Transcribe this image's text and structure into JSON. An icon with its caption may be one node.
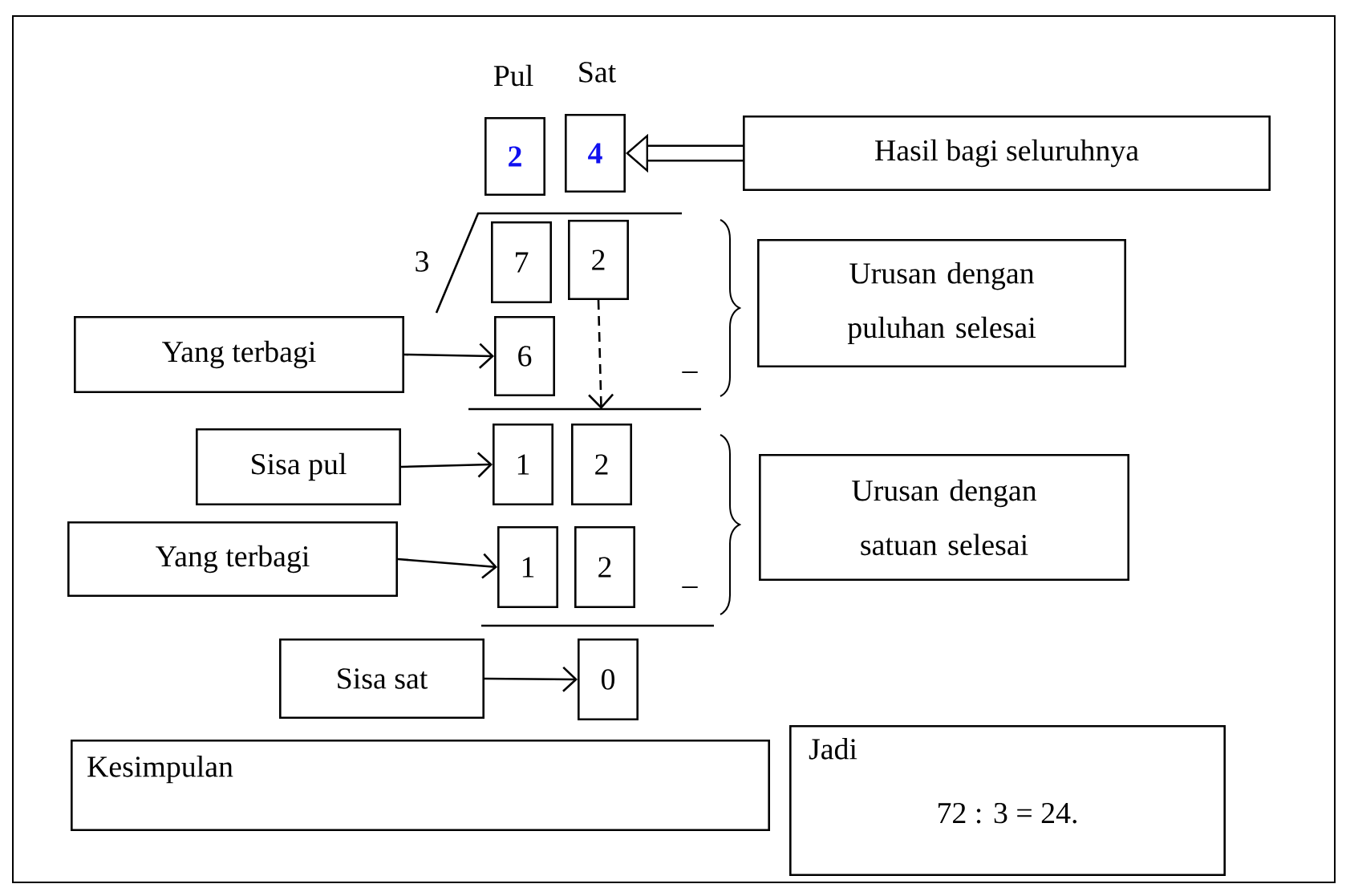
{
  "diagram": {
    "nodes": [
      {
        "text": [
          "Hasil bagi seluruhnya"
        ]
      },
      {
        "text": [
          "2"
        ]
      },
      {
        "text": [
          "4"
        ]
      },
      {
        "text": [
          "7"
        ]
      },
      {
        "text": [
          "2"
        ]
      },
      {
        "text": [
          "Yang terbagi"
        ]
      },
      {
        "text": [
          "6"
        ]
      },
      {
        "text": [
          "Urusan dengan puluhan selesai"
        ]
      },
      {
        "text": [
          "Sisa pul"
        ]
      },
      {
        "text": [
          "1"
        ]
      },
      {
        "text": [
          "2"
        ]
      },
      {
        "text": [
          "Urusan dengan satuan selesai"
        ]
      },
      {
        "text": [
          "Yang terbagi"
        ]
      },
      {
        "text": [
          "1"
        ]
      },
      {
        "text": [
          "2"
        ]
      },
      {
        "text": [
          "Sisa sat"
        ]
      },
      {
        "text": [
          "0"
        ]
      },
      {
        "text": [
          "Kesimpulan"
        ]
      },
      {
        "text": [
          "Jadi",
          "72 : 3 = 24."
        ]
      }
    ],
    "edges": [
      {
        "from": 0,
        "to": 2,
        "arrow": "to",
        "style": "thick"
      },
      {
        "from": 5,
        "to": 6,
        "arrow": "to"
      },
      {
        "from": 4,
        "to": 10,
        "arrow": "to",
        "style": "dashed"
      },
      {
        "from": 8,
        "to": 9,
        "arrow": "to"
      },
      {
        "from": 12,
        "to": 13,
        "arrow": "to"
      },
      {
        "from": 15,
        "to": 16,
        "arrow": "to"
      }
    ],
    "labels": [
      "Pul",
      "Sat",
      "3",
      "–",
      "–"
    ]
  }
}
